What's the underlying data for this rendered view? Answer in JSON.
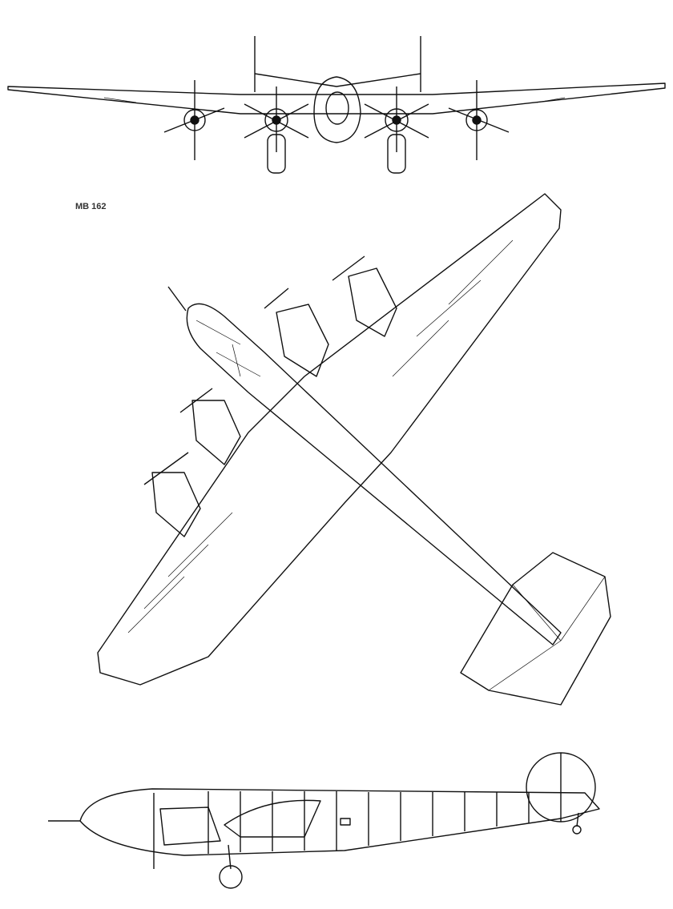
{
  "title": "MB 162",
  "views": [
    "front-view",
    "plan-view",
    "side-view"
  ]
}
